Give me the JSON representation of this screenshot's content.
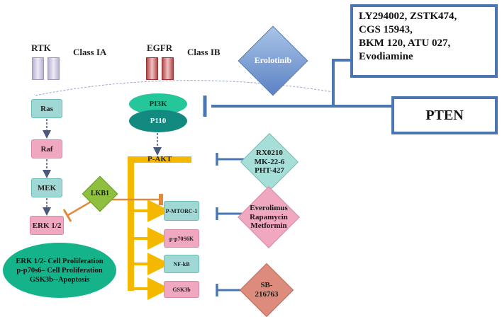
{
  "receptors": {
    "rtk": "RTK",
    "class_ia": "Class IA",
    "egfr": "EGFR",
    "class_ib": "Class IB"
  },
  "left_pathway": [
    "Ras",
    "Raf",
    "MEK",
    "ERK 1/2"
  ],
  "lkb1": "LKB1",
  "pi3k": {
    "top": "PI3K",
    "bottom": "P110"
  },
  "pakt": "P-AKT",
  "downstream": [
    "P-MTORC-1",
    "p-p70S6K",
    "NF-kB",
    "GSK3b"
  ],
  "inhibitors": {
    "erolotinib": "Erolotinib",
    "pi3k_inhibitors": [
      "LY294002, ZSTK474,",
      "CGS 15943,",
      "BKM 120, ATU 027,",
      "Evodiamine"
    ],
    "pten": "PTEN",
    "akt_inhibitors": [
      "RX0210",
      "MK-22-6",
      "PHT-427"
    ],
    "mtor_inhibitors": [
      "Everolimus",
      "Rapamycin",
      "Metformin"
    ],
    "gsk_inhibitors": [
      "SB-",
      "216763"
    ]
  },
  "summary": [
    "ERK 1/2- Cell Proliferation",
    "p-p70s6– Cell Proliferation",
    "GSK3b--Apoptosis"
  ],
  "colors": {
    "teal": "#9fd8d4",
    "pink": "#efa8c0",
    "orange": "#f5b800",
    "blue": "#4a77b4",
    "green_ellipse": "#14b38a",
    "lkb1": "#8fbf3f",
    "gsk_inhib": "#dc8b7c"
  }
}
